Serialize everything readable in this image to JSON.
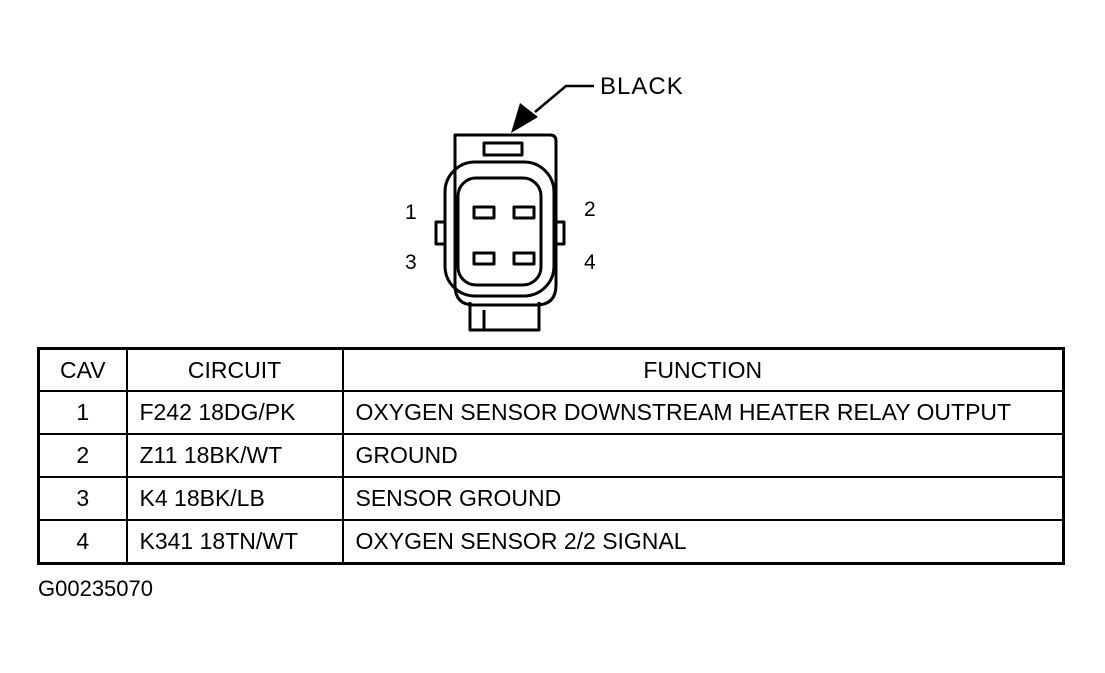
{
  "connector": {
    "color": "BLACK",
    "pins": [
      "1",
      "2",
      "3",
      "4"
    ]
  },
  "table": {
    "headers": {
      "cav": "CAV",
      "circuit": "CIRCUIT",
      "function": "FUNCTION"
    },
    "rows": [
      {
        "cav": "1",
        "circuit": "F242 18DG/PK",
        "function": "OXYGEN SENSOR DOWNSTREAM HEATER RELAY OUTPUT"
      },
      {
        "cav": "2",
        "circuit": "Z11 18BK/WT",
        "function": "GROUND"
      },
      {
        "cav": "3",
        "circuit": "K4 18BK/LB",
        "function": "SENSOR GROUND"
      },
      {
        "cav": "4",
        "circuit": "K341 18TN/WT",
        "function": "OXYGEN SENSOR 2/2 SIGNAL"
      }
    ]
  },
  "figure_code": "G00235070"
}
